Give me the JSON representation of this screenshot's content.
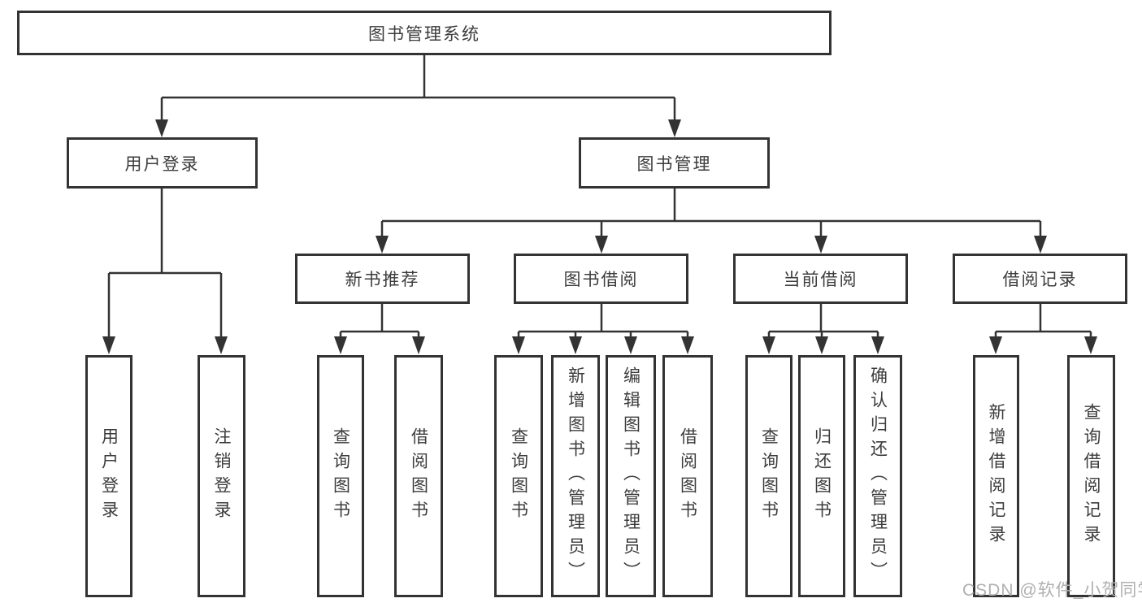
{
  "diagram": {
    "root": {
      "label": "图书管理系统"
    },
    "level2": [
      {
        "label": "用户登录"
      },
      {
        "label": "图书管理"
      }
    ],
    "level3": [
      {
        "label": "新书推荐"
      },
      {
        "label": "图书借阅"
      },
      {
        "label": "当前借阅"
      },
      {
        "label": "借阅记录"
      }
    ],
    "leaves": [
      {
        "label": "用户登录"
      },
      {
        "label": "注销登录"
      },
      {
        "label": "查询图书"
      },
      {
        "label": "借阅图书"
      },
      {
        "label": "查询图书"
      },
      {
        "label": "新增图书（管理员）"
      },
      {
        "label": "编辑图书（管理员）"
      },
      {
        "label": "借阅图书"
      },
      {
        "label": "查询图书"
      },
      {
        "label": "归还图书"
      },
      {
        "label": "确认归还（管理员）"
      },
      {
        "label": "新增借阅记录"
      },
      {
        "label": "查询借阅记录"
      }
    ]
  },
  "watermark": {
    "text": "CSDN @软件_小贺同学"
  },
  "colors": {
    "line": "#333333",
    "text": "#3c3c3c",
    "watermark": "#b0b0b0",
    "background": "#ffffff"
  }
}
